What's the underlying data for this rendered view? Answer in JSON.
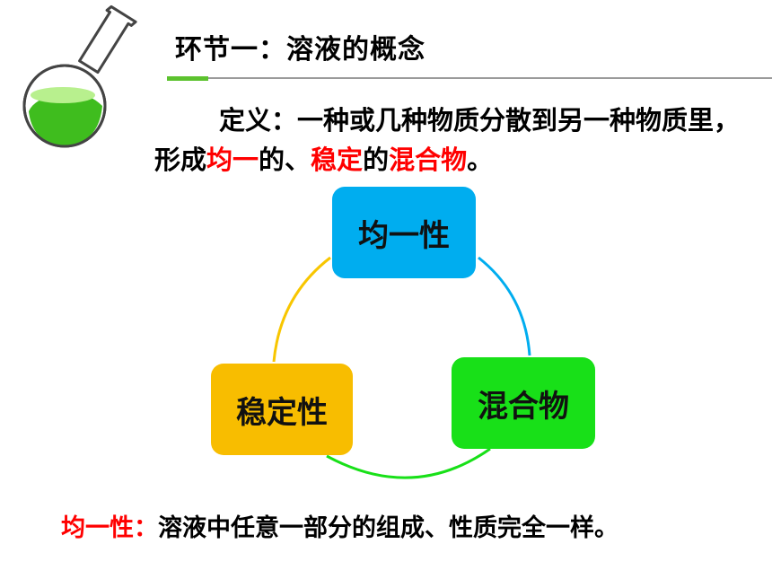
{
  "title": "环节一：溶液的概念",
  "definition": {
    "prefix": "定义：一种或几种物质分散到另一种物质里，形成",
    "highlight1": "均一",
    "mid1": "的、",
    "highlight2": "稳定",
    "mid2": "的",
    "highlight3": "混合物",
    "suffix": "。"
  },
  "cycle": {
    "node_top": "均一性",
    "node_right": "混合物",
    "node_left": "稳定性"
  },
  "note": {
    "term": "均一性：",
    "text": "溶液中任意一部分的组成、性质完全一样。"
  },
  "colors": {
    "highlight": "#ff0000",
    "node_top": "#00adef",
    "node_right": "#18e018",
    "node_left": "#f8bd00"
  }
}
